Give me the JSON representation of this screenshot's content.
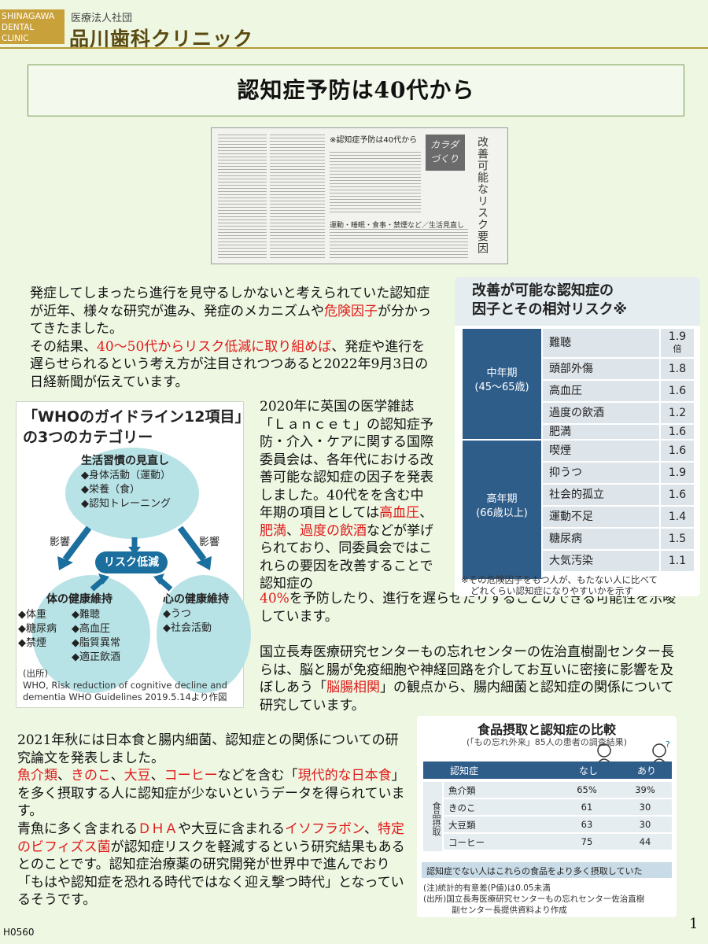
{
  "header": {
    "logo_line1": "SHINAGAWA",
    "logo_line2": "DENTAL CLINIC",
    "org": "医療法人社団",
    "clinic": "品川歯科クリニック"
  },
  "title": "認知症予防は40代から",
  "clipping": {
    "headline": "※認知症予防は40代から",
    "badge": "カラダづくり",
    "vertical": "改善可能なリスク要因",
    "sub": "運動・睡眠・食事・禁煙など／生活見直し"
  },
  "para1": {
    "t1": "発症してしまったら進行を見守るしかないと考えられていた認知症が近年、様々な研究が進み、発症のメカニズムや",
    "r1": "危険因子",
    "t2": "が分かってきたました。",
    "t3": "その結果、",
    "r2": "40～50代からリスク低減に取り組めば",
    "t4": "、発症や進行を遅らせられるという考え方が注目されつつあると2022年9月3日の日経新聞が伝えています。"
  },
  "para2": {
    "t1": "2020年に英国の医学雑誌「Ｌａｎｃｅｔ」の認知症予防・介入・ケアに関する国際委員会は、各年代における改善可能な認知症の因子を発表しました。40代をを含む中年期の項目としては",
    "r1": "高血圧",
    "s1": "、",
    "r2": "肥満",
    "s2": "、",
    "r3": "過度の飲酒",
    "t2": "などが挙げられており、同委員会ではこれらの要因を改善することで認知症の",
    "r4": "40%",
    "t3": "を予防したり、進行を遅らせたりすることのできる可能性を示唆しています。"
  },
  "para3": {
    "t1": "国立長寿医療研究センターもの忘れセンターの佐治直樹副センター長らは、脳と腸が免疫細胞や神経回路を介してお互いに密接に影響を及ぼしあう「",
    "r1": "脳腸相関",
    "t2": "」の観点から、腸内細菌と認知症の関係について研究しています。"
  },
  "para4": {
    "t1": "2021年秋には日本食と腸内細菌、認知症との関係についての研究論文を発表しました。",
    "r1": "魚介類",
    "s1": "、",
    "r2": "きのこ",
    "s2": "、",
    "r3": "大豆",
    "s3": "、",
    "r4": "コーヒー",
    "t2": "などを含む「",
    "r5": "現代的な日本食",
    "t3": "」を多く摂取する人に認知症が少ないというデータを得られています。"
  },
  "para5": {
    "t1": "青魚に多く含まれる",
    "r1": "ＤＨＡ",
    "t2": "や大豆に含まれる",
    "r2": "イソフラボン",
    "s1": "、",
    "r3": "特定のビフィズス菌",
    "t3": "が認知症リスクを軽減するという研究結果もあるとのことです。認知症治療薬の研究開発が世界中で進んでおり「もはや認知症を恐れる時代ではなく迎え撃つ時代」となっているそうです。"
  },
  "who": {
    "title1": "「WHOのガイドライン12項目」",
    "title2": "の3つのカテゴリー",
    "top_title": "生活習慣の見直し",
    "top_items": [
      "◆身体活動（運動）",
      "◆栄養（食）",
      "◆認知トレーニング"
    ],
    "influence": "影響",
    "center": "リスク低減",
    "left_title": "体の健康維持",
    "left_col1": [
      "◆体重",
      "◆糖尿病",
      "◆禁煙"
    ],
    "left_col2": [
      "◆難聴",
      "◆高血圧",
      "◆脂質異常",
      "◆適正飲酒"
    ],
    "right_title": "心の健康維持",
    "right_items": [
      "◆うつ",
      "◆社会活動"
    ],
    "source": [
      "(出所)",
      "WHO, Risk reduction of cognitive decline and",
      "dementia WHO Guidelines 2019.5.14より作図"
    ]
  },
  "risk_table": {
    "title1": "改善が可能な認知症の",
    "title2": "因子とその相対リスク※",
    "mid_label": "中年期",
    "mid_range": "(45～65歳)",
    "old_label": "高年期",
    "old_range": "(66歳以上)",
    "unit": "倍",
    "rows": [
      {
        "factor": "難聴",
        "value": "1.9"
      },
      {
        "factor": "頭部外傷",
        "value": "1.8"
      },
      {
        "factor": "高血圧",
        "value": "1.6"
      },
      {
        "factor": "過度の飲酒",
        "value": "1.2"
      },
      {
        "factor": "肥満",
        "value": "1.6"
      },
      {
        "factor": "喫煙",
        "value": "1.6"
      },
      {
        "factor": "抑うつ",
        "value": "1.9"
      },
      {
        "factor": "社会的孤立",
        "value": "1.6"
      },
      {
        "factor": "運動不足",
        "value": "1.4"
      },
      {
        "factor": "糖尿病",
        "value": "1.5"
      },
      {
        "factor": "大気汚染",
        "value": "1.1"
      }
    ],
    "note1": "※その危険因子をもつ人が、もたない人に比べて",
    "note2": "どれくらい認知症になりやすいかを示す"
  },
  "food_table": {
    "title": "食品摂取と認知症の比較",
    "subtitle": "(「もの忘れ外来」85人の患者の調査結果)",
    "col_label": "認知症",
    "col_no": "なし",
    "col_yes": "あり",
    "side": "食品摂取",
    "rows": [
      {
        "food": "魚介類",
        "no": "65%",
        "yes": "39%"
      },
      {
        "food": "きのこ",
        "no": "61",
        "yes": "30"
      },
      {
        "food": "大豆類",
        "no": "63",
        "yes": "30"
      },
      {
        "food": "コーヒー",
        "no": "75",
        "yes": "44"
      }
    ],
    "band": "認知症でない人はこれらの食品をより多く摂取していた",
    "note1": "(注)統計的有意差(P値)は0.05未満",
    "note2": "(出所)国立長寿医療研究センターもの忘れセンター佐治直樹",
    "note3": "副センター長提供資料より作成"
  },
  "footer": {
    "code": "H0560",
    "page": "1"
  }
}
